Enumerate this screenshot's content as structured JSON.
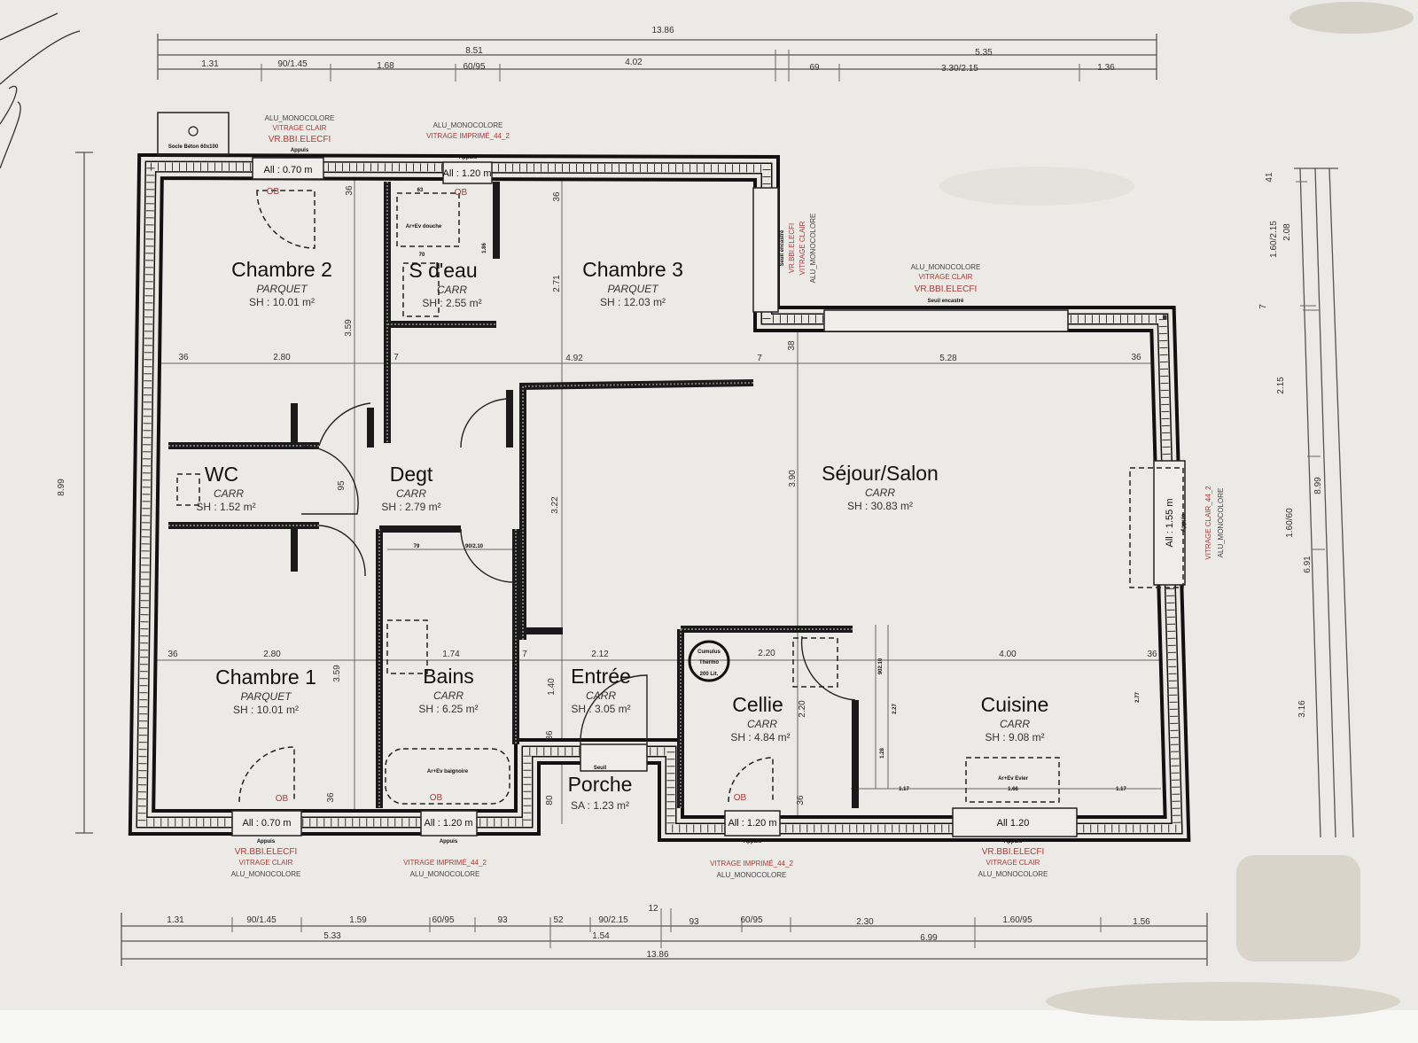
{
  "dimensions": {
    "top_total": "13.86",
    "top_sub": [
      "8.51",
      "5.35"
    ],
    "top_detail": [
      "1.31",
      "90/1.45",
      "1.68",
      "60/95",
      "4.02",
      "69",
      "3.30/2.15",
      "1.36"
    ],
    "bottom_detail": [
      "1.31",
      "90/1.45",
      "1.59",
      "60/95",
      "93",
      "52",
      "90/2.15",
      "12",
      "93",
      "60/95",
      "2.30",
      "1.60/95",
      "1.56"
    ],
    "bottom_sub": [
      "5.33",
      "1.54",
      "6.99"
    ],
    "bottom_total": "13.86",
    "right": [
      "41",
      "1.60/2.15",
      "2.08",
      "7",
      "2.15",
      "1.60/60",
      "6.91",
      "8.99",
      "3.16"
    ],
    "left": "8.99",
    "interior": [
      "36",
      "2.80",
      "3.59",
      "36",
      "7",
      "4.92",
      "2.71",
      "36",
      "7",
      "38",
      "5.28",
      "36",
      "3.90",
      "95",
      "3.22",
      "36",
      "2.80",
      "3.59",
      "1.74",
      "7",
      "2.12",
      "1.40",
      "36",
      "2.20",
      "4.00",
      "36",
      "2.77",
      "2.27",
      "1.28",
      "902.10",
      "1.17",
      "1.17",
      "80",
      "36",
      "36",
      "79",
      "90/2.10",
      "70",
      "63",
      "1.86",
      "2.20"
    ]
  },
  "rooms": {
    "chambre2": {
      "name": "Chambre 2",
      "floor": "PARQUET",
      "area": "SH : 10.01 m²"
    },
    "sdeau": {
      "name": "S d'eau",
      "floor": "CARR",
      "area": "SH : 2.55 m²"
    },
    "chambre3": {
      "name": "Chambre 3",
      "floor": "PARQUET",
      "area": "SH : 12.03 m²"
    },
    "wc": {
      "name": "WC",
      "floor": "CARR",
      "area": "SH : 1.52 m²"
    },
    "degt": {
      "name": "Degt",
      "floor": "CARR",
      "area": "SH : 2.79 m²"
    },
    "sejour": {
      "name": "Séjour/Salon",
      "floor": "CARR",
      "area": "SH : 30.83 m²"
    },
    "chambre1": {
      "name": "Chambre 1",
      "floor": "PARQUET",
      "area": "SH : 10.01 m²"
    },
    "bains": {
      "name": "Bains",
      "floor": "CARR",
      "area": "SH : 6.25 m²"
    },
    "entree": {
      "name": "Entrée",
      "floor": "CARR",
      "area": "SH : 3.05 m²"
    },
    "cellier": {
      "name": "Cellie",
      "floor": "CARR",
      "area": "SH : 4.84 m²"
    },
    "cuisine": {
      "name": "Cuisine",
      "floor": "CARR",
      "area": "SH : 9.08 m²"
    },
    "porche": {
      "name": "Porche",
      "area": "SA : 1.23 m²",
      "threshold": "Seuil"
    }
  },
  "fixtures": {
    "socle": "Socle Béton 60x100",
    "douche": "Ar+Ev douche",
    "baignoire": "Ar+Ev baignoire",
    "evier": "Ar+Ev Evier",
    "evier_dim": "1.66",
    "cumulus": [
      "Cumulus",
      "Thermo",
      "200 Lit."
    ],
    "ob": "OB"
  },
  "windows": {
    "w_top1": {
      "frame": "ALU_MONOCOLORE",
      "glazing": "VITRAGE CLAIR",
      "shutter": "VR.BBI.ELECFI",
      "sill": "Appuis",
      "label": "All : 0.70 m"
    },
    "w_top2": {
      "frame": "ALU_MONOCOLORE",
      "glazing": "VITRAGE IMPRIMÉ_44_2",
      "sill": "Appuis",
      "label": "All : 1.20 m"
    },
    "w_ch3": {
      "sill": "Seuil encastré",
      "shutter": "VR.BBI.ELECFI",
      "glazing": "VITRAGE CLAIR",
      "frame": "ALU_MONOCOLORE"
    },
    "w_sejour": {
      "frame": "ALU_MONOCOLORE",
      "glazing": "VITRAGE CLAIR",
      "shutter": "VR.BBI.ELECFI",
      "sill": "Seuil encastré"
    },
    "w_right": {
      "label": "All : 1.55 m",
      "sill": "Appuis",
      "glazing": "VITRAGE CLAIR_44_2",
      "frame": "ALU_MONOCOLORE"
    },
    "w_bot1": {
      "label": "All : 0.70 m",
      "sill": "Appuis",
      "shutter": "VR.BBI.ELECFI",
      "glazing": "VITRAGE CLAIR",
      "frame": "ALU_MONOCOLORE"
    },
    "w_bot2": {
      "label": "All : 1.20 m",
      "sill": "Appuis",
      "glazing": "VITRAGE IMPRIMÉ_44_2",
      "frame": "ALU_MONOCOLORE"
    },
    "w_bot3": {
      "label": "All : 1.20 m",
      "sill": "Appuis",
      "glazing": "VITRAGE IMPRIMÉ_44_2",
      "frame": "ALU_MONOCOLORE"
    },
    "w_bot4": {
      "label": "All 1.20",
      "sill": "Appuis",
      "shutter": "VR.BBI.ELECFI",
      "glazing": "VITRAGE CLAIR",
      "frame": "ALU_MONOCOLORE"
    }
  },
  "colors": {
    "paper": "#ebeae6",
    "ink": "#1a1a1a",
    "annotation_red": "#b03a32"
  }
}
